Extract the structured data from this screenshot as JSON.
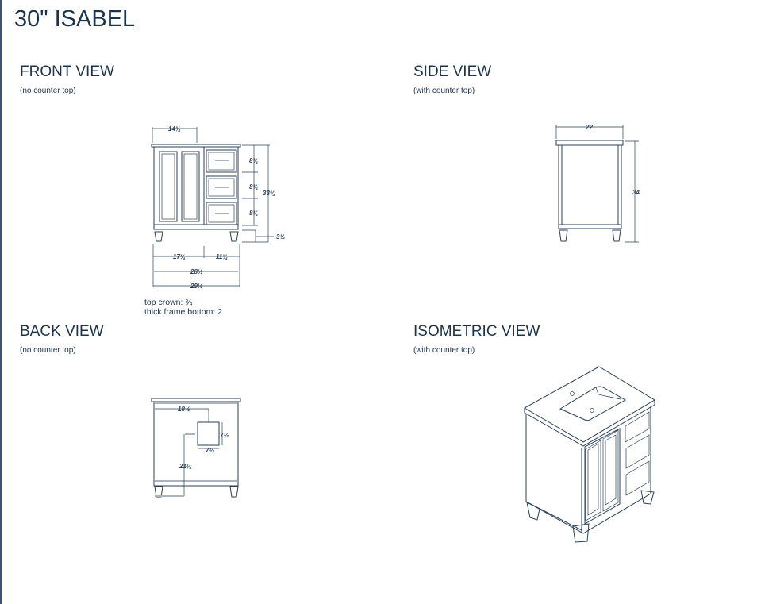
{
  "title": "30\" ISABEL",
  "views": {
    "front": {
      "label": "FRONT VIEW",
      "sub": "(no counter top)",
      "dims": {
        "top_width": "14¾",
        "drawer1": "8¾",
        "drawer2": "8¾",
        "drawer3": "8¾",
        "height": "33¾",
        "leg": "3½",
        "left_section": "17¼",
        "right_section": "11¼",
        "inner_width": "28½",
        "overall_width": "29½"
      },
      "notes": [
        "top crown: ¾",
        "thick frame bottom: 2"
      ]
    },
    "side": {
      "label": "SIDE VIEW",
      "sub": "(with counter top)",
      "dims": {
        "depth": "22",
        "height": "34"
      }
    },
    "back": {
      "label": "BACK VIEW",
      "sub": "(no counter top)",
      "dims": {
        "horizontal": "18½",
        "box_height": "7½",
        "box_width": "7½",
        "vertical": "21¼"
      }
    },
    "iso": {
      "label": "ISOMETRIC VIEW",
      "sub": "(with counter top)"
    }
  },
  "colors": {
    "ink": "#1d3349",
    "rule": "#3d5470"
  }
}
